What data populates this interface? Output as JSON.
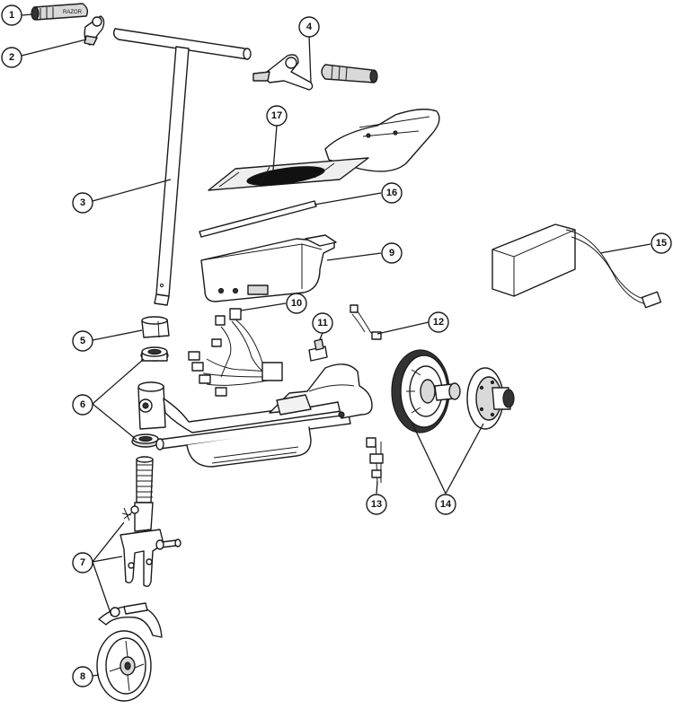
{
  "callouts": [
    {
      "id": "c1",
      "label": "1"
    },
    {
      "id": "c2",
      "label": "2"
    },
    {
      "id": "c3",
      "label": "3"
    },
    {
      "id": "c4",
      "label": "4"
    },
    {
      "id": "c5",
      "label": "5"
    },
    {
      "id": "c6",
      "label": "6"
    },
    {
      "id": "c7",
      "label": "7"
    },
    {
      "id": "c8",
      "label": "8"
    },
    {
      "id": "c9",
      "label": "9"
    },
    {
      "id": "c10",
      "label": "10"
    },
    {
      "id": "c11",
      "label": "11"
    },
    {
      "id": "c12",
      "label": "12"
    },
    {
      "id": "c13",
      "label": "13"
    },
    {
      "id": "c14",
      "label": "14"
    },
    {
      "id": "c15",
      "label": "15"
    },
    {
      "id": "c16",
      "label": "16"
    },
    {
      "id": "c17",
      "label": "17"
    }
  ],
  "grip_brand_text": "RAZOR"
}
